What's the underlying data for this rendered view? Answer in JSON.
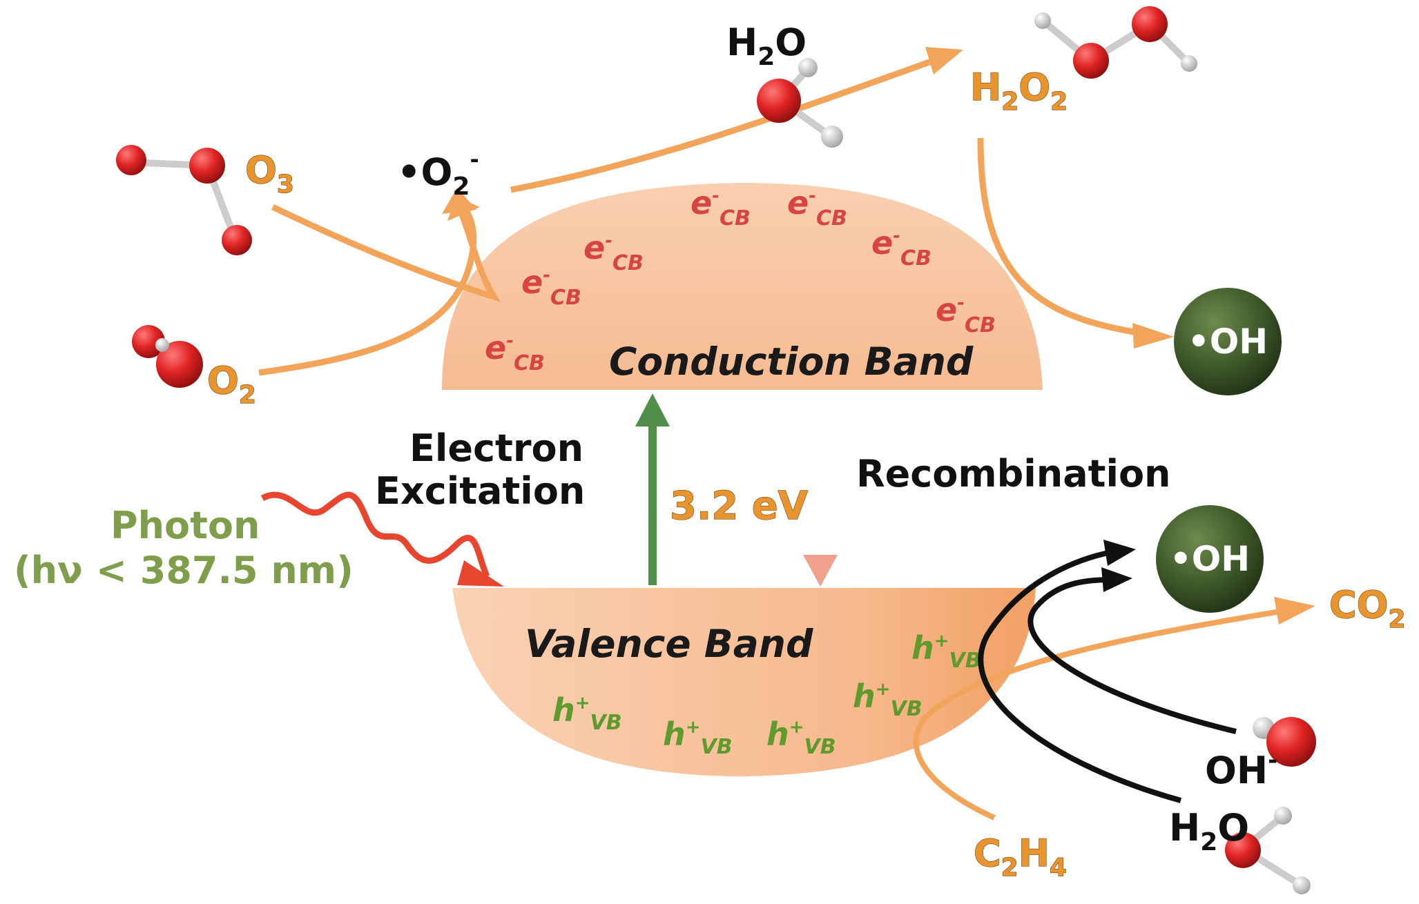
{
  "bands": {
    "conduction": "Conduction Band",
    "valence": "Valence Band"
  },
  "electron_label": {
    "main": "e",
    "sup": "-",
    "sub": "CB"
  },
  "hole_label": {
    "main": "h",
    "sup": "+",
    "sub": "VB"
  },
  "labels": {
    "excitation_line1": "Electron",
    "excitation_line2": "Excitation",
    "band_gap": "3.2 eV",
    "recombination": "Recombination",
    "photon_line1": "Photon",
    "photon_line2": "(hν < 387.5 nm)"
  },
  "species": {
    "o3": {
      "main": "O",
      "sub": "3"
    },
    "o2": {
      "main": "O",
      "sub": "2"
    },
    "superoxide": {
      "main": "•O",
      "sub": "2",
      "sup": "-"
    },
    "h2o_top": {
      "a": "H",
      "sub": "2",
      "b": "O"
    },
    "h2o2": {
      "a": "H",
      "sub1": "2",
      "b": "O",
      "sub2": "2"
    },
    "oh_radical": "•OH",
    "co2": {
      "main": "CO",
      "sub": "2"
    },
    "oh_minus": {
      "main": "OH",
      "sup": "-"
    },
    "h2o_bottom": {
      "a": "H",
      "sub": "2",
      "b": "O"
    },
    "c2h4": {
      "a": "C",
      "sub1": "2",
      "b": "H",
      "sub2": "4"
    }
  },
  "colors": {
    "band_fill": "#f8c8a6",
    "band_fill_dark": "#f2a56e",
    "reaction_arrow": "#f2a55a",
    "excitation_arrow": "#4f8f4a",
    "recombination_arrow": "#e46a5c",
    "photon_wave": "#e8452f",
    "oh_sphere": "#3f5a2a",
    "oxygen_atom": "#e02424",
    "hydrogen_atom": "#e6e6e6"
  }
}
